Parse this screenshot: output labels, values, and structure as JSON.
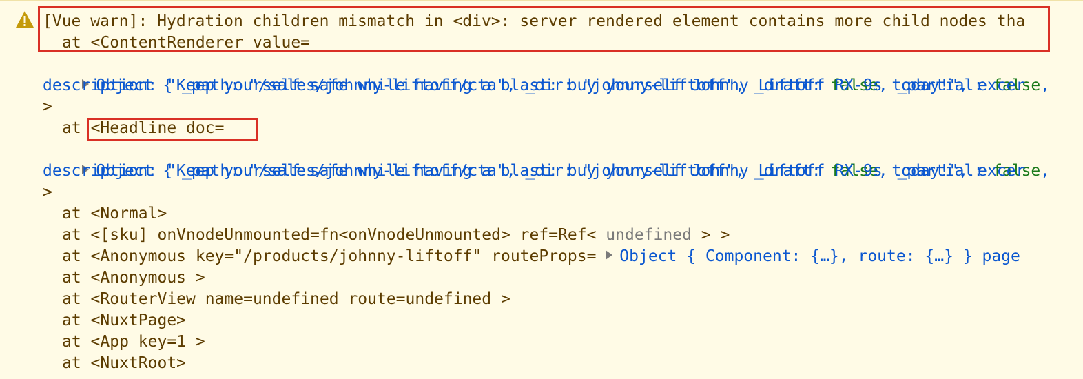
{
  "console": {
    "warning_message": "[Vue warn]: Hydration children mismatch in <div>: server rendered element contains more child nodes tha",
    "content_renderer_line": "at <ContentRenderer value=",
    "object_prefix": "Object { _path: \"/sales/johnny-liftoff/cta\", _dir: \"johnny-liftoff\", _draft: ",
    "false_value": "false",
    "partial_key": ", _partial: ",
    "partial_trail": ",",
    "description_line": "description: \"Keep yourself safe while having a blast: buy yourself Johnny Liftoff RX-9s today!\", excer",
    "closing_bracket": ">",
    "headline_at": "at",
    "headline_component": "<Headline doc=",
    "stack": [
      "at <Normal>",
      "at <[sku] onVnodeUnmounted=fn<onVnodeUnmounted> ref=Ref< ",
      "at <Anonymous key=\"/products/johnny-liftoff\" routeProps= ",
      "at <Anonymous >",
      "at <RouterView name=undefined route=undefined >",
      "at <NuxtPage>",
      "at <App key=1 >",
      "at <NuxtRoot>"
    ],
    "ref_undefined": "undefined",
    "ref_close": " > >",
    "route_props_object": "Object { Component: {…}, route: {…} } page"
  },
  "colors": {
    "background": "#fffbe6",
    "warning_text": "#5c3c00",
    "object_text": "#0b57d0",
    "false_text": "#1a7a1a",
    "highlight_box": "#d93025",
    "warning_icon": "#c49a0a"
  }
}
